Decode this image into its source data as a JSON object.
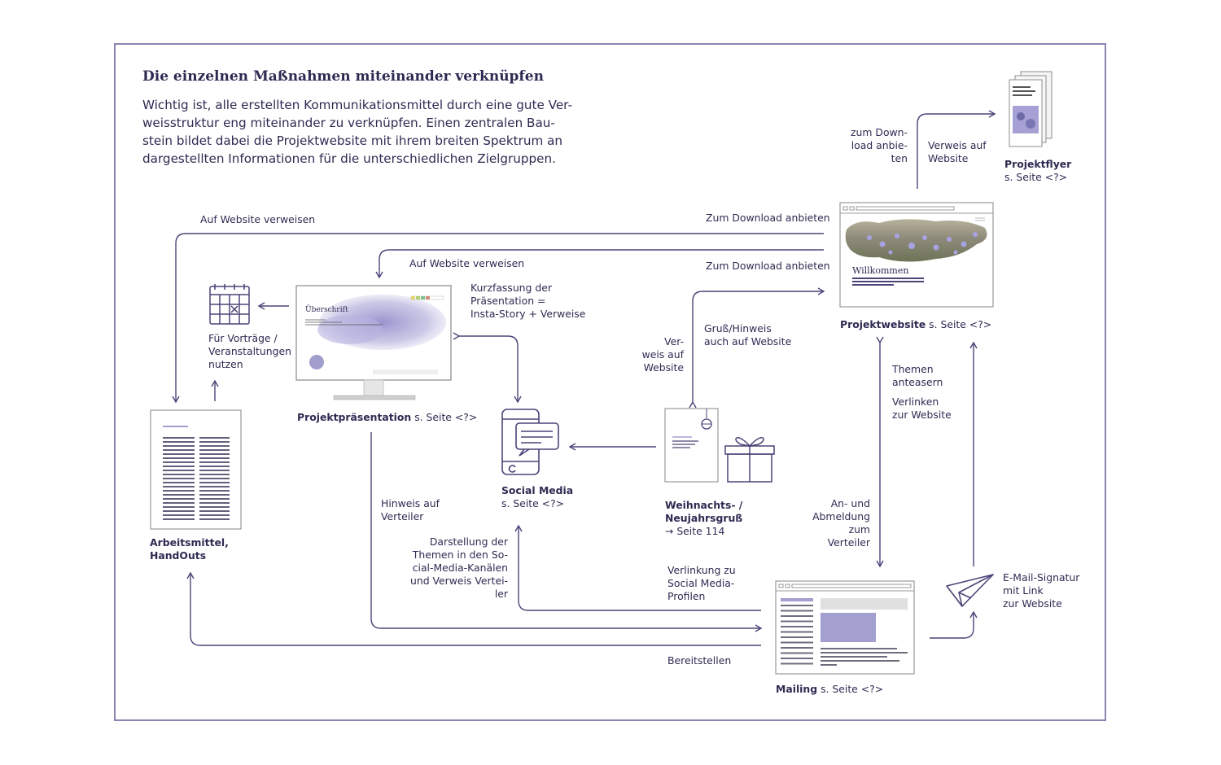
{
  "colors": {
    "line": "#4b4478",
    "accent": "#a39fcf",
    "text": "#2e2b52",
    "frame": "#8a84b0"
  },
  "title": "Die einzelnen Maßnahmen miteinander verknüpfen",
  "intro": [
    "Wichtig ist, alle erstellten Kommunikationsmittel durch eine gute Ver-",
    "weisstruktur eng miteinander zu verknüpfen. Einen zentralen Bau-",
    "stein bildet dabei die Projektwebsite mit ihrem breiten Spektrum an",
    "dargestellten Informationen für die unterschiedlichen Zielgruppen."
  ],
  "nodes": {
    "flyer": {
      "name": "Projektflyer",
      "ref": "s. Seite <?>"
    },
    "website": {
      "name": "Projektwebsite",
      "ref": " s. Seite <?>",
      "screen_heading": "Willkommen"
    },
    "presentation": {
      "name": "Projektpräsentation",
      "ref": " s. Seite <?>",
      "slide_heading": "Überschrift"
    },
    "vortraege": [
      "Für Vorträge /",
      "Veranstaltungen",
      "nutzen"
    ],
    "handouts": [
      "Arbeitsmittel,",
      "HandOuts"
    ],
    "social": {
      "name": "Social Media",
      "ref": "s. Seite <?>"
    },
    "greeting": {
      "name": [
        "Weihnachts- /",
        "Neujahrsgruß"
      ],
      "ref": "→ Seite 114"
    },
    "mailing": {
      "name": "Mailing",
      "ref": " s. Seite <?>"
    },
    "signature": [
      "E-Mail-Signatur",
      "mit Link",
      "zur Website"
    ]
  },
  "edge_labels": {
    "zum_download_flyer": [
      "zum Down-",
      "load anbie-",
      "ten"
    ],
    "verweis_website_flyer": [
      "Verweis auf",
      "Website"
    ],
    "auf_website_verweisen_top": "Auf Website verweisen",
    "zum_download_top": "Zum Download anbieten",
    "auf_website_verweisen_mid": "Auf Website verweisen",
    "zum_download_mid": "Zum Download anbieten",
    "kurzfassung": [
      "Kurzfassung der",
      "Präsentation =",
      "Insta-Story + Verweise"
    ],
    "verweis_auf_website": [
      "Ver-",
      "weis auf",
      "Website"
    ],
    "gruss_hinweis": [
      "Gruß/Hinweis",
      "auch auf Website"
    ],
    "themen": [
      "Themen",
      "anteasern"
    ],
    "verlinken": [
      "Verlinken",
      "zur Website"
    ],
    "hinweis_verteiler": [
      "Hinweis auf",
      "Verteiler"
    ],
    "darstellung": [
      "Darstellung der",
      "Themen in den So-",
      "cial-Media-Kanälen",
      "und Verweis Vertei-",
      "ler"
    ],
    "anmeldung": [
      "An- und",
      "Abmeldung",
      "zum",
      "Verteiler"
    ],
    "verlinkung": [
      "Verlinkung zu",
      "Social Media-",
      "Profilen"
    ],
    "bereitstellen": "Bereitstellen"
  }
}
